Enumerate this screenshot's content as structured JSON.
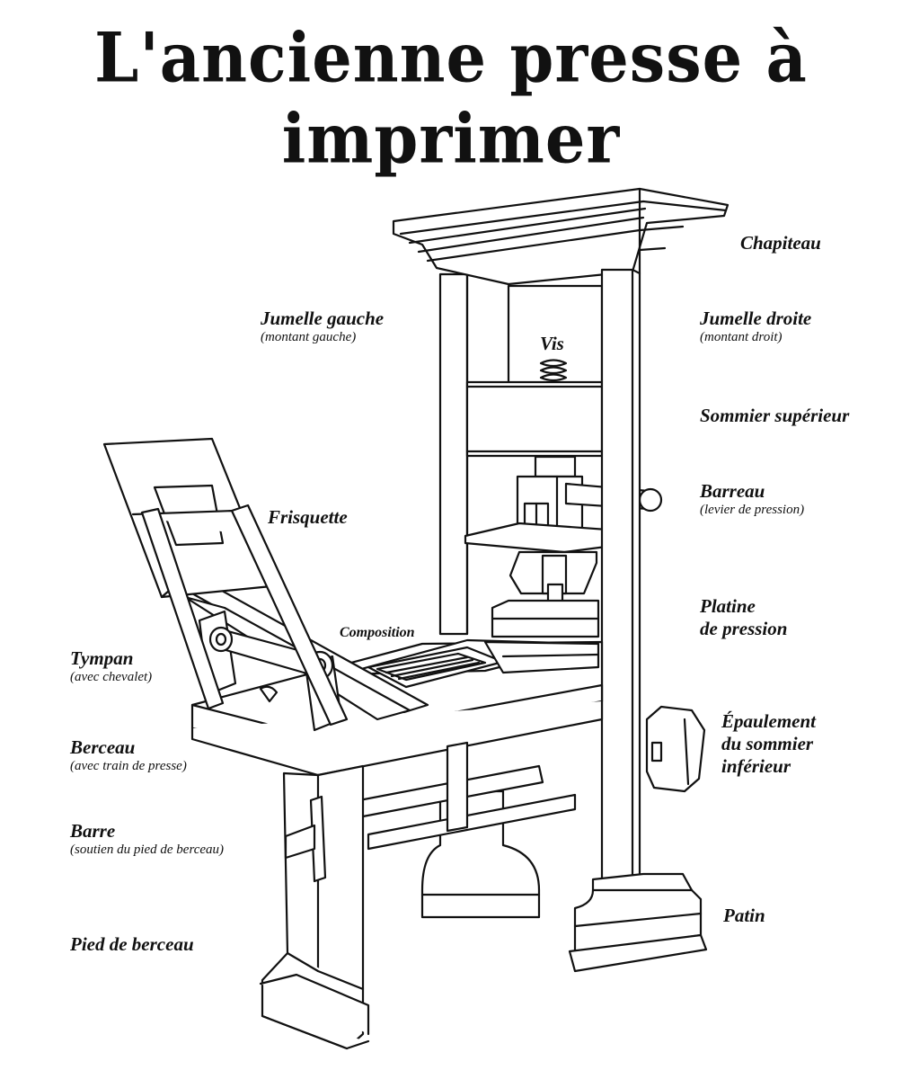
{
  "title": "L'ancienne presse à imprimer",
  "labels": {
    "chapiteau": {
      "name": "Chapiteau"
    },
    "jumelle_gauche": {
      "name": "Jumelle gauche",
      "sub": "(montant gauche)"
    },
    "vis": {
      "name": "Vis"
    },
    "jumelle_droite": {
      "name": "Jumelle droite",
      "sub": "(montant droit)"
    },
    "sommier_superieur": {
      "name": "Sommier supérieur"
    },
    "frisquette": {
      "name": "Frisquette"
    },
    "barreau": {
      "name": "Barreau",
      "sub": "(levier de pression)"
    },
    "platine": {
      "line1": "Platine",
      "line2": "de pression"
    },
    "composition": {
      "name": "Composition"
    },
    "tympan": {
      "name": "Tympan",
      "sub": "(avec chevalet)"
    },
    "epaulement": {
      "line1": "Épaulement",
      "line2": "du sommier",
      "line3": "inférieur"
    },
    "berceau": {
      "name": "Berceau",
      "sub": "(avec train de presse)"
    },
    "barre": {
      "name": "Barre",
      "sub": "(soutien du pied de berceau)"
    },
    "patin": {
      "name": "Patin"
    },
    "pied_de_berceau": {
      "name": "Pied de berceau"
    }
  }
}
